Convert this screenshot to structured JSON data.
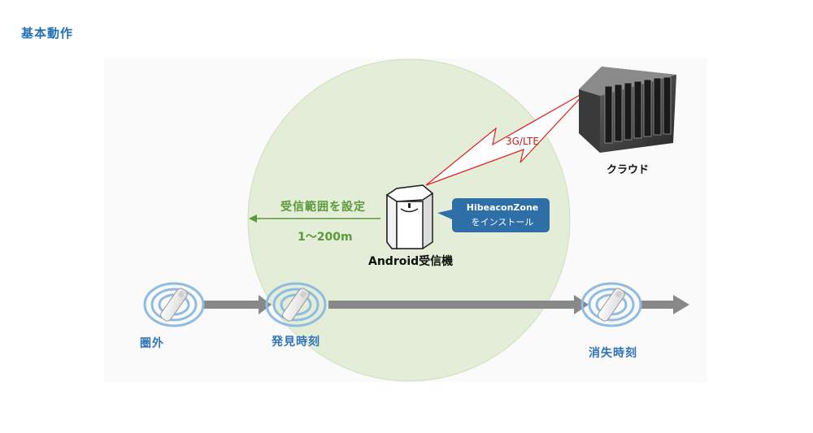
{
  "title": "基本動作",
  "range": {
    "label": "受信範囲を設定",
    "distance": "1〜200m"
  },
  "receiver": {
    "label": "Android受信機"
  },
  "callout": {
    "line1": "HibeaconZone",
    "line2": "をインストール"
  },
  "cloud": {
    "label": "クラウド"
  },
  "network": {
    "label": "3G/LTE"
  },
  "states": {
    "out": "圏外",
    "found": "発見時刻",
    "lost": "消失時刻"
  },
  "icons": [
    "beacon-icon",
    "signal-wave-icon",
    "receiver-device-icon",
    "server-rack-icon",
    "lightning-link-icon",
    "arrow-right-icon"
  ],
  "colors": {
    "title": "#1f6fb4",
    "range_circle": "#e3edd8",
    "range_text": "#5a9a3a",
    "callout": "#2e6fa8",
    "state_text": "#2f73b8",
    "arrow": "#888888",
    "network_link": "#e0201e",
    "signal_wave": "#8fbce3"
  }
}
